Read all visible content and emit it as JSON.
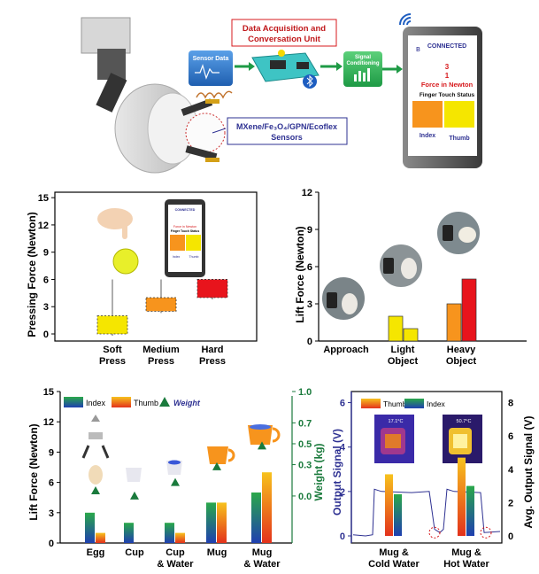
{
  "top": {
    "daq_title_1": "Data Acquisition and",
    "daq_title_2": "Conversation Unit",
    "sensor_data": "Sensor Data",
    "signal_cond_1": "Signal",
    "signal_cond_2": "Conditioning",
    "sensors_1": "MXene/Fe₃O₄/GPN/Ecoflex",
    "sensors_2": "Sensors",
    "phone_connected": "CONNECTED",
    "phone_val1": "3",
    "phone_val2": "1",
    "phone_force": "Force in Newton",
    "phone_status": "Finger Touch Status",
    "phone_index": "Index",
    "phone_thumb": "Thumb",
    "colors": {
      "orange": "#f7941d",
      "yellow": "#f5e600",
      "red": "#d7191c",
      "blue": "#2e3192",
      "green": "#1a7a3c"
    }
  },
  "small_phone": {
    "connected": "CONNECTED",
    "force": "Force in Newton",
    "status": "Finger Touch Status",
    "index": "Index",
    "thumb": "Thumb"
  },
  "chart_data": [
    {
      "type": "bar",
      "id": "pressing",
      "ylabel": "Pressing Force (Newton)",
      "ylim": [
        0,
        15
      ],
      "yticks": [
        0,
        3,
        6,
        9,
        12,
        15
      ],
      "categories": [
        "Soft\nPress",
        "Medium\nPress",
        "Hard\nPress"
      ],
      "category_lines": [
        [
          "Soft",
          "Press"
        ],
        [
          "Medium",
          "Press"
        ],
        [
          "Hard",
          "Press"
        ]
      ],
      "boxes": [
        {
          "low": 0,
          "high": 2,
          "whisker_top": 6,
          "color": "#f5e600"
        },
        {
          "low": 2.5,
          "high": 4,
          "whisker_top": 6,
          "color": "#f7941d"
        },
        {
          "low": 4,
          "high": 6,
          "whisker_top": 6,
          "color": "#e8141c"
        }
      ]
    },
    {
      "type": "bar",
      "id": "lift1",
      "ylabel": "Lift Force (Newton)",
      "ylim": [
        0,
        12
      ],
      "yticks": [
        0,
        3,
        6,
        9,
        12
      ],
      "category_lines": [
        [
          "Approach"
        ],
        [
          "Light",
          "Object"
        ],
        [
          "Heavy",
          "Object"
        ]
      ],
      "groups": [
        {
          "bars": []
        },
        {
          "bars": [
            {
              "value": 2,
              "color": "#f5e600"
            },
            {
              "value": 1,
              "color": "#f5e600"
            }
          ]
        },
        {
          "bars": [
            {
              "value": 3,
              "color": "#f7941d"
            },
            {
              "value": 5,
              "color": "#e8141c"
            }
          ]
        }
      ]
    },
    {
      "type": "bar",
      "id": "lift2",
      "ylabel": "Lift Force (Newton)",
      "y2label": "Weight (kg)",
      "ylim": [
        0,
        15
      ],
      "yticks": [
        0,
        3,
        6,
        9,
        12,
        15
      ],
      "y2lim": [
        -0.45,
        1.0
      ],
      "y2ticks": [
        "0.0",
        "0.3",
        "0.5",
        "0.7",
        "1.0"
      ],
      "y2tick_values": [
        0.0,
        0.3,
        0.5,
        0.7,
        1.0
      ],
      "legend": [
        "Index",
        "Thumb",
        "Weight"
      ],
      "category_lines": [
        [
          "Egg"
        ],
        [
          "Cup"
        ],
        [
          "Cup",
          "& Water"
        ],
        [
          "Mug"
        ],
        [
          "Mug",
          "& Water"
        ]
      ],
      "series": [
        {
          "name": "Index",
          "values": [
            3,
            2,
            2,
            4,
            5
          ]
        },
        {
          "name": "Thumb",
          "values": [
            1,
            0,
            1,
            4,
            7
          ]
        },
        {
          "name": "Weight",
          "values": [
            0.05,
            0.0,
            0.13,
            0.28,
            0.48
          ]
        }
      ]
    },
    {
      "type": "line",
      "id": "output",
      "ylabel": "Output Signal (V)",
      "y2label": "Avg. Output Signal (V)",
      "ylim": [
        0,
        6.5
      ],
      "yticks": [
        0,
        2,
        4,
        6
      ],
      "y2lim": [
        0,
        8.67
      ],
      "y2ticks": [
        0,
        2,
        4,
        6,
        8
      ],
      "legend": [
        "Thumb",
        "Index"
      ],
      "temps": [
        "17.1°C",
        "50.7°C"
      ],
      "category_lines": [
        [
          "Mug &",
          "Cold Water"
        ],
        [
          "Mug &",
          "Hot Water"
        ]
      ],
      "bars": [
        {
          "name": "Thumb",
          "group": 0,
          "value": 3.7
        },
        {
          "name": "Index",
          "group": 0,
          "value": 2.5
        },
        {
          "name": "Thumb",
          "group": 1,
          "value": 4.7
        },
        {
          "name": "Index",
          "group": 1,
          "value": 3.0
        }
      ]
    }
  ]
}
